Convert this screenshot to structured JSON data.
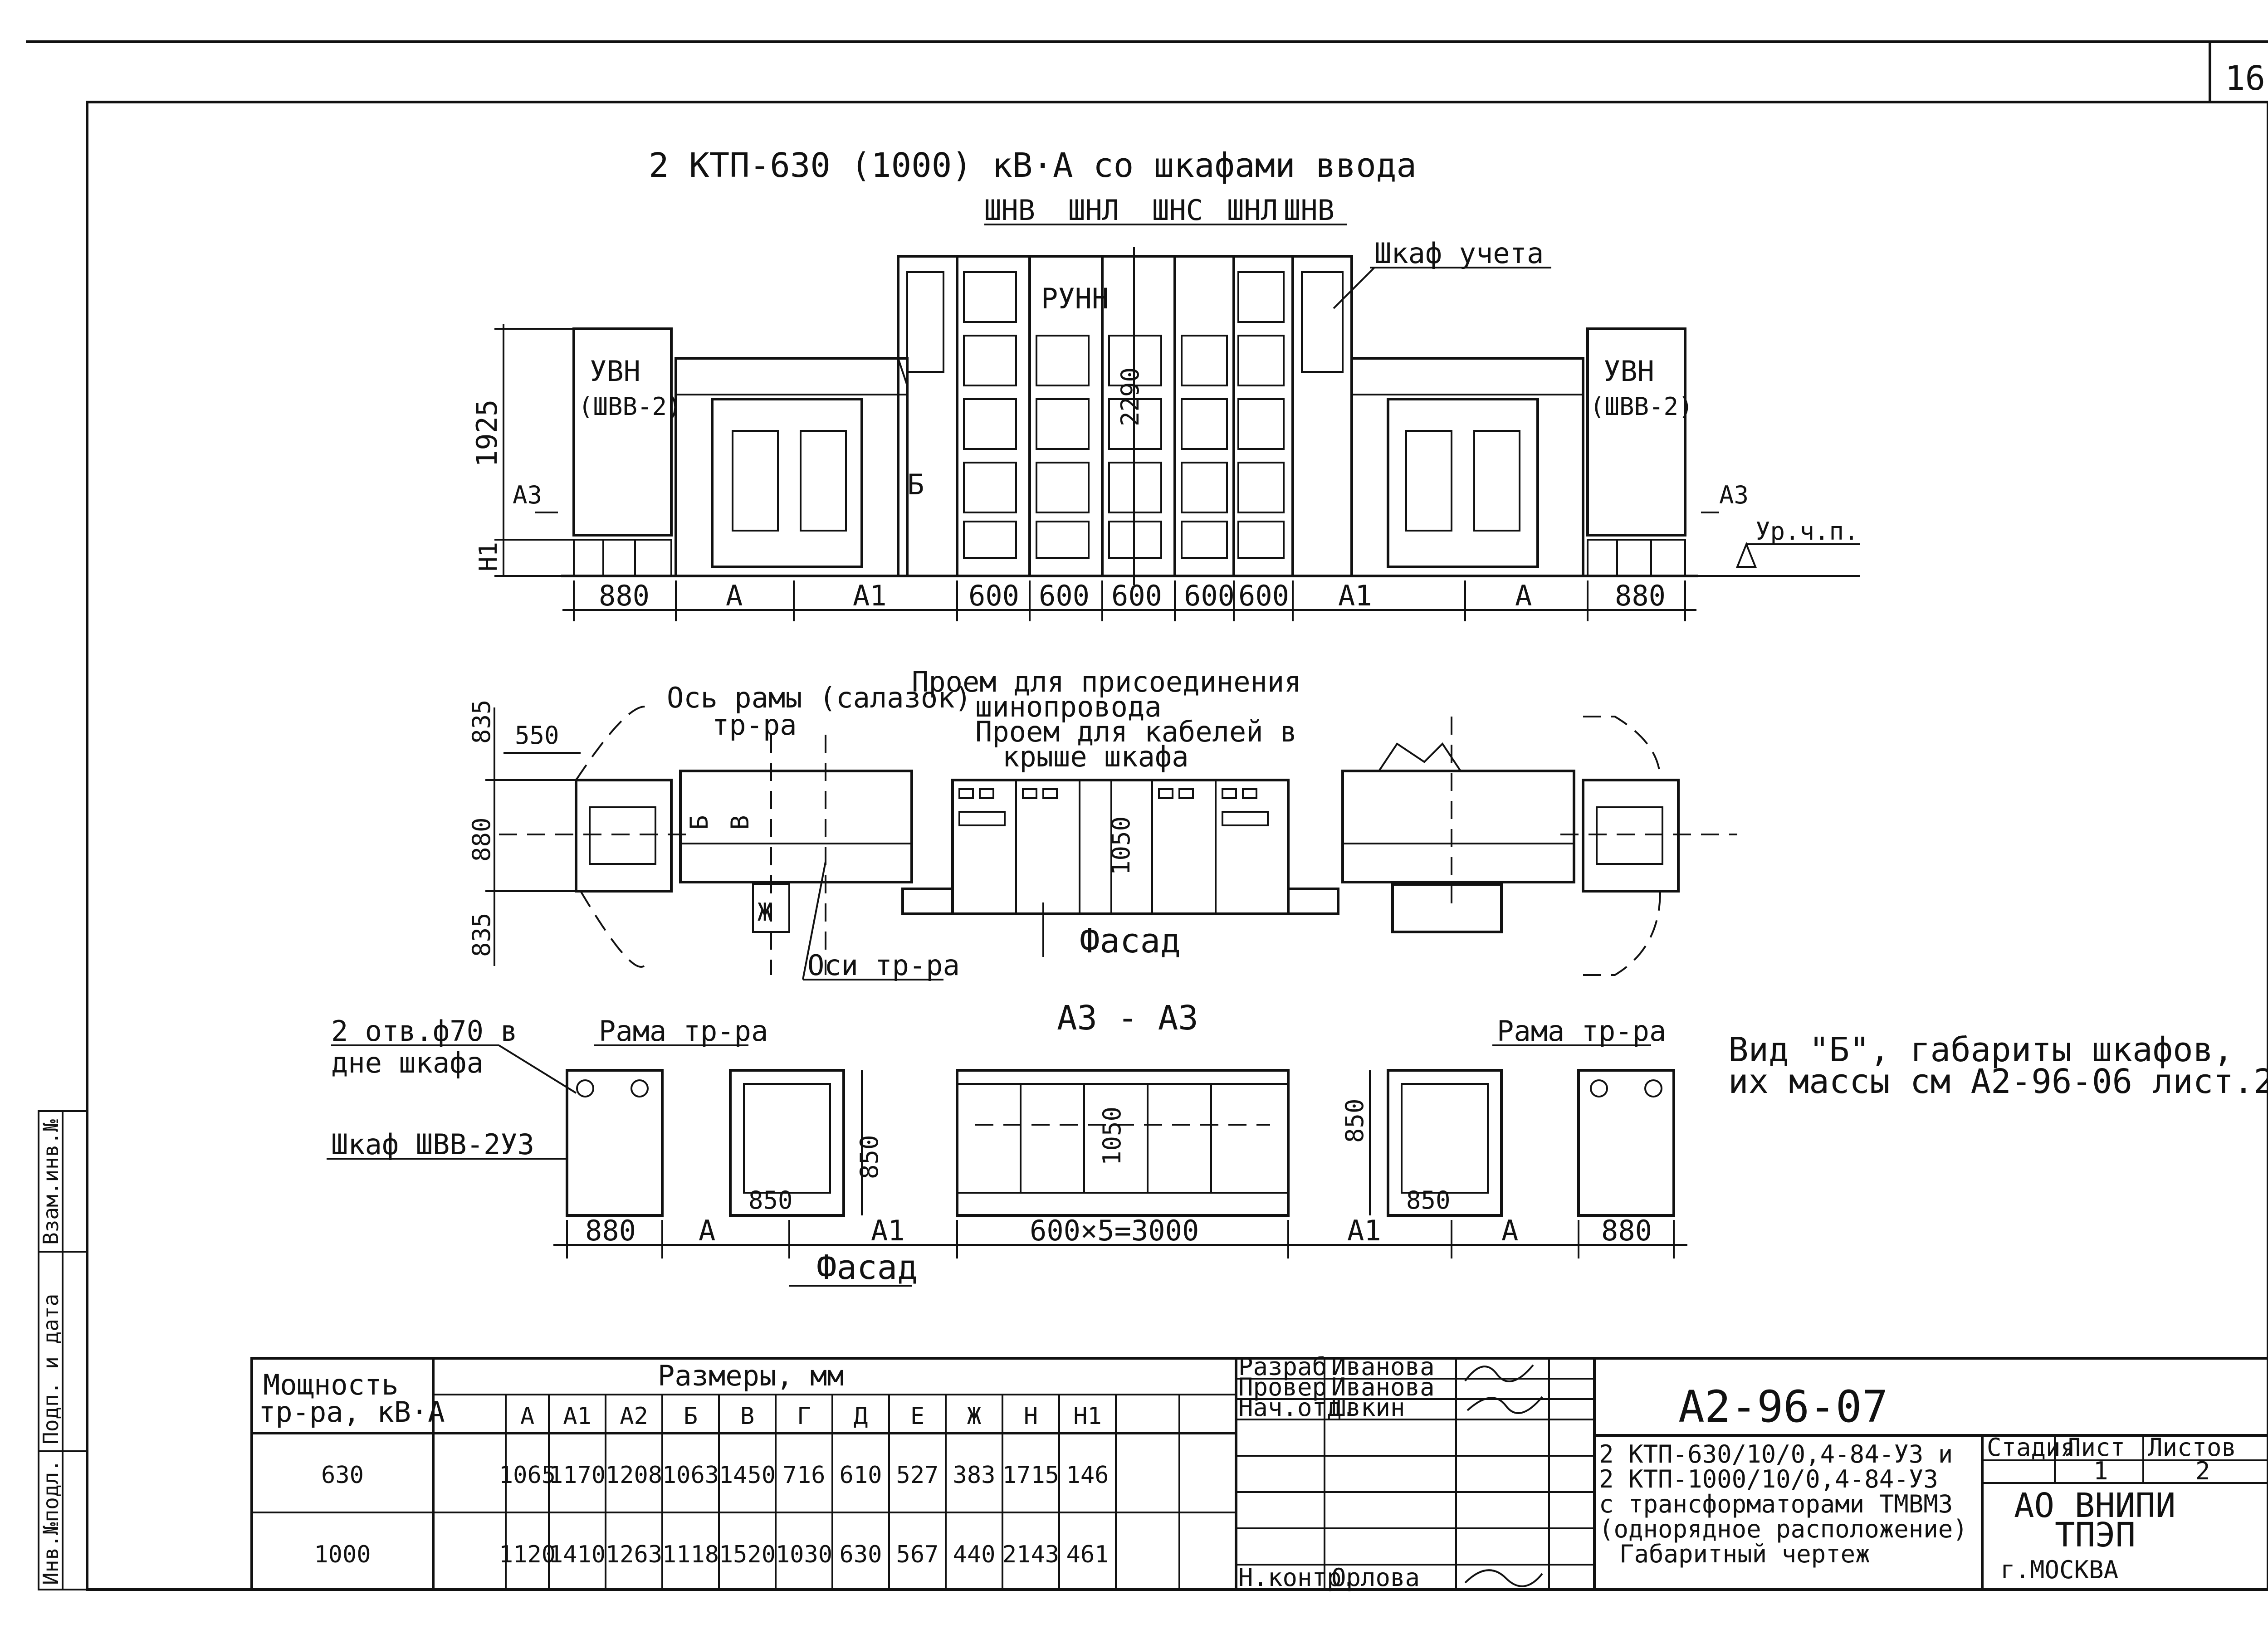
{
  "sheet": {
    "page_number": "16",
    "sheet_side_labels": [
      "Инв.№подл.",
      "Подп. и дата",
      "Взам.инв.№"
    ]
  },
  "top_view": {
    "title": "2 КТП-630 (1000) кВ·А со шкафами ввода",
    "cabinet_labels": [
      "ШНВ",
      "ШНЛ",
      "ШНС",
      "ШНЛ",
      "ШНВ"
    ],
    "uchet_label": "Шкаф учета",
    "runn_label": "РУНН",
    "left_uvn": [
      "УВН",
      "(ШВВ-2)"
    ],
    "right_uvn": [
      "УВН",
      "(ШВВ-2)"
    ],
    "dim_height": "1925",
    "dim_2290": "2290",
    "section_left": "А3",
    "section_right": "А3",
    "arrow_b": "Б",
    "level_label": "Ур.ч.п.",
    "h1_label": "Н1",
    "bottom_dims": [
      "880",
      "А",
      "А1",
      "600",
      "600",
      "600",
      "600",
      "600",
      "А1",
      "А",
      "880"
    ]
  },
  "plan_view": {
    "axis_frame": "Ось рамы (салазок)",
    "axis_frame_2": "тр-ра",
    "opening_bus": "Проем для присоединения",
    "opening_bus_2": "шинопровода",
    "opening_cable": "Проем для кабелей в",
    "opening_cable_2": "крыше шкафа",
    "axes_label": "Оси тр-ра",
    "facade": "Фасад",
    "dims_left": [
      "835",
      "880",
      "835"
    ],
    "dim_550": "550",
    "dim_1050": "1050",
    "mark_b": "Б",
    "mark_v": "В",
    "mark_zh": "Ж"
  },
  "section_view": {
    "title": "А3 - А3",
    "holes_note": [
      "2 отв.ф70 в",
      "дне шкафа"
    ],
    "frame_left": "Рама тр-ра",
    "frame_right": "Рама тр-ра",
    "cabinet_note": "Шкаф ШВВ-2У3",
    "dims_850_left": [
      "850",
      "850"
    ],
    "dims_850_right": [
      "850",
      "850"
    ],
    "dim_1050": "1050",
    "bottom_dims": [
      "880",
      "А",
      "А1",
      "600×5=3000",
      "А1",
      "А",
      "880"
    ],
    "facade": "Фасад",
    "ref_note": [
      "Вид \"Б\", габариты шкафов,",
      "их массы см А2-96-06 лист.2."
    ]
  },
  "table": {
    "head_power": [
      "Мощность",
      "тр-ра, кВ·А"
    ],
    "head_sizes": "Размеры, мм",
    "columns": [
      "А",
      "А1",
      "А2",
      "Б",
      "В",
      "Г",
      "Д",
      "Е",
      "Ж",
      "Н",
      "Н1"
    ],
    "rows": [
      {
        "power": "630",
        "values": [
          "1065",
          "1170",
          "1208",
          "1063",
          "1450",
          "716",
          "610",
          "527",
          "383",
          "1715",
          "146"
        ]
      },
      {
        "power": "1000",
        "values": [
          "1120",
          "1410",
          "1263",
          "1118",
          "1520",
          "1030",
          "630",
          "567",
          "440",
          "2143",
          "461"
        ]
      }
    ]
  },
  "stamp": {
    "roles": [
      "Разраб.",
      "Провер.",
      "Нач.отд.",
      "Н.контр."
    ],
    "names": [
      "Иванова",
      "Иванова",
      "Швкин",
      "Орлова"
    ],
    "code": "А2-96-07",
    "description": [
      "2 КТП-630/10/0,4-84-У3 и",
      "2 КТП-1000/10/0,4-84-У3",
      "с трансформаторами ТМВМ3",
      "(однорядное расположение)",
      "Габаритный чертеж"
    ],
    "stage_headers": [
      "Стадия",
      "Лист",
      "Листов"
    ],
    "sheet_no": "1",
    "sheets_total": "2",
    "org": [
      "АО ВНИПИ",
      "ТПЭП",
      "г.МОСКВА"
    ]
  }
}
